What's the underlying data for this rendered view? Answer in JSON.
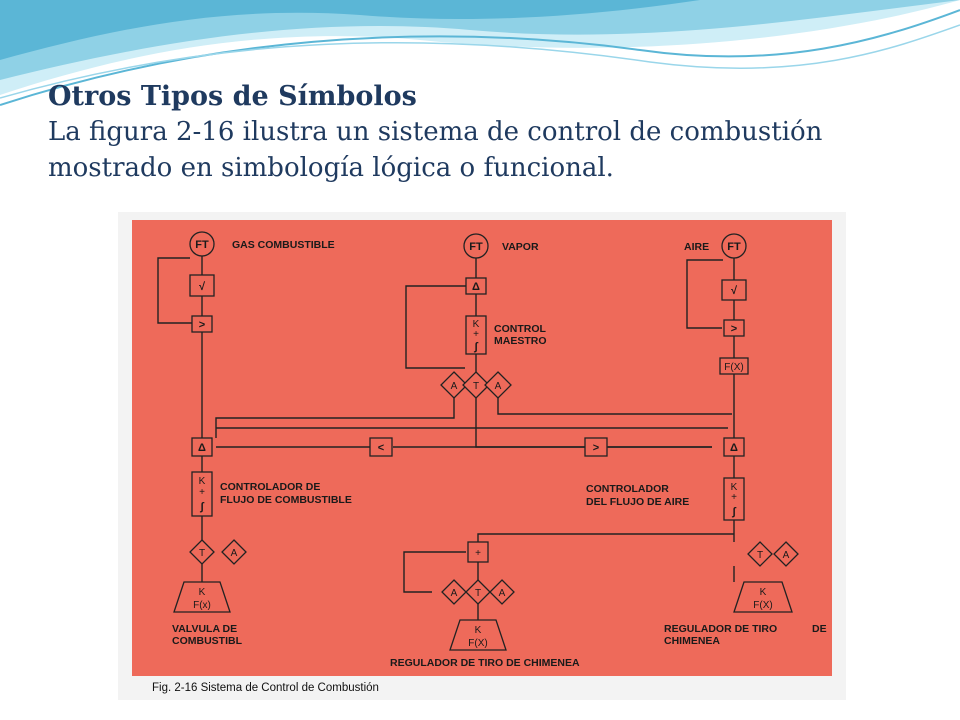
{
  "slide": {
    "title": "Otros Tipos de Símbolos",
    "body_line1": "La figura 2-16 ilustra un sistema de control de combustión",
    "body_line2": "mostrado en simbología lógica o funcional."
  },
  "figure": {
    "caption": "Fig. 2-16 Sistema de Control de Combustión",
    "labels": {
      "gas": "GAS COMBUSTIBLE",
      "vapor": "VAPOR",
      "aire": "AIRE",
      "control_maestro_1": "CONTROL",
      "control_maestro_2": "MAESTRO",
      "ctrl_comb_1": "CONTROLADOR DE",
      "ctrl_comb_2": "FLUJO DE COMBUSTIBLE",
      "ctrl_aire_1": "CONTROLADOR",
      "ctrl_aire_2": "DEL FLUJO DE AIRE",
      "valvula_1": "VALVULA DE",
      "valvula_2": "COMBUSTIBL",
      "regulador_right_1": "REGULADOR DE TIRO",
      "regulador_right_de": "DE",
      "regulador_right_2": "CHIMENEA",
      "regulador_bottom": "REGULADOR DE TIRO DE CHIMENEA"
    },
    "symbols": {
      "ft": "FT",
      "fx": "F(X)",
      "fx_lower": "F(x)",
      "k": "K",
      "t": "T",
      "a": "A",
      "plus": "+",
      "integral": "∫",
      "delta": "Δ",
      "gt": ">",
      "lt": "<",
      "sqrt": "√"
    },
    "colors": {
      "figure_background": "#ee6a5a",
      "lines": "#222222"
    }
  },
  "colors": {
    "title_text": "#1f3a5f",
    "wave_light": "#bfe6f3",
    "wave_dark": "#5bb6d6"
  }
}
